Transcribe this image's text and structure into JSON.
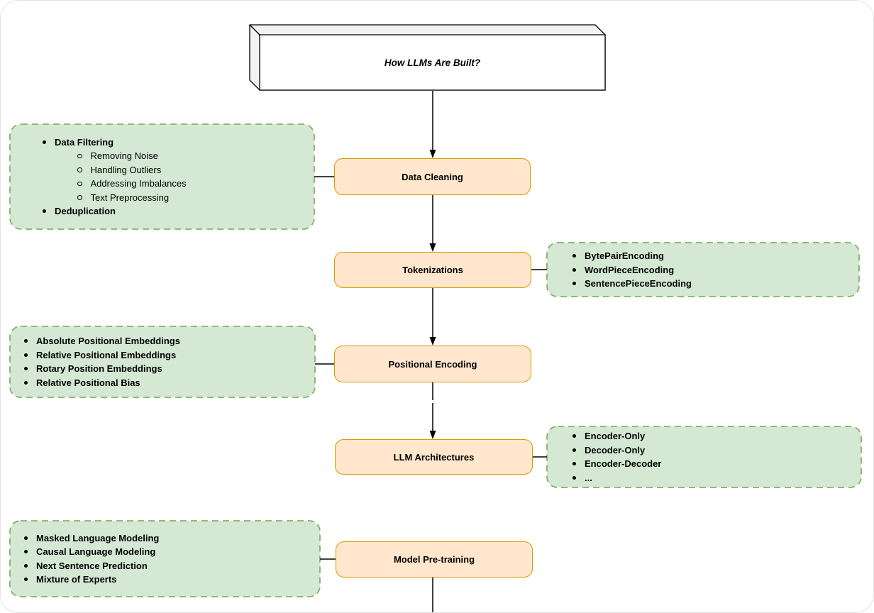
{
  "title": "How LLMs Are Built?",
  "flow": {
    "data_cleaning": "Data Cleaning",
    "tokenizations": "Tokenizations",
    "positional_encoding": "Positional Encoding",
    "llm_architectures": "LLM Architectures",
    "model_pretraining": "Model Pre-training"
  },
  "notes": {
    "data_cleaning": {
      "level1": [
        "Data Filtering",
        "Deduplication"
      ],
      "level2": [
        "Removing Noise",
        "Handling Outliers",
        "Addressing Imbalances",
        "Text Preprocessing"
      ]
    },
    "tokenizations": {
      "items": [
        "BytePairEncoding",
        "WordPieceEncoding",
        "SentencePieceEncoding"
      ]
    },
    "positional_encoding": {
      "items": [
        "Absolute Positional Embeddings",
        "Relative Positional Embeddings",
        "Rotary Position Embeddings",
        "Relative Positional Bias"
      ]
    },
    "llm_architectures": {
      "items": [
        "Encoder-Only",
        "Decoder-Only",
        "Encoder-Decoder",
        "..."
      ]
    },
    "model_pretraining": {
      "items": [
        "Masked Language Modeling",
        "Causal Language Modeling",
        "Next Sentence Prediction",
        "Mixture of Experts"
      ]
    }
  },
  "colors": {
    "note_fill": "#d5e8d4",
    "note_border": "#82b366",
    "node_fill": "#ffe6cc",
    "node_border": "#d79b00",
    "connector": "#000000",
    "cube_side_fill": "#f2f2f2",
    "cube_front_fill": "#ffffff"
  }
}
